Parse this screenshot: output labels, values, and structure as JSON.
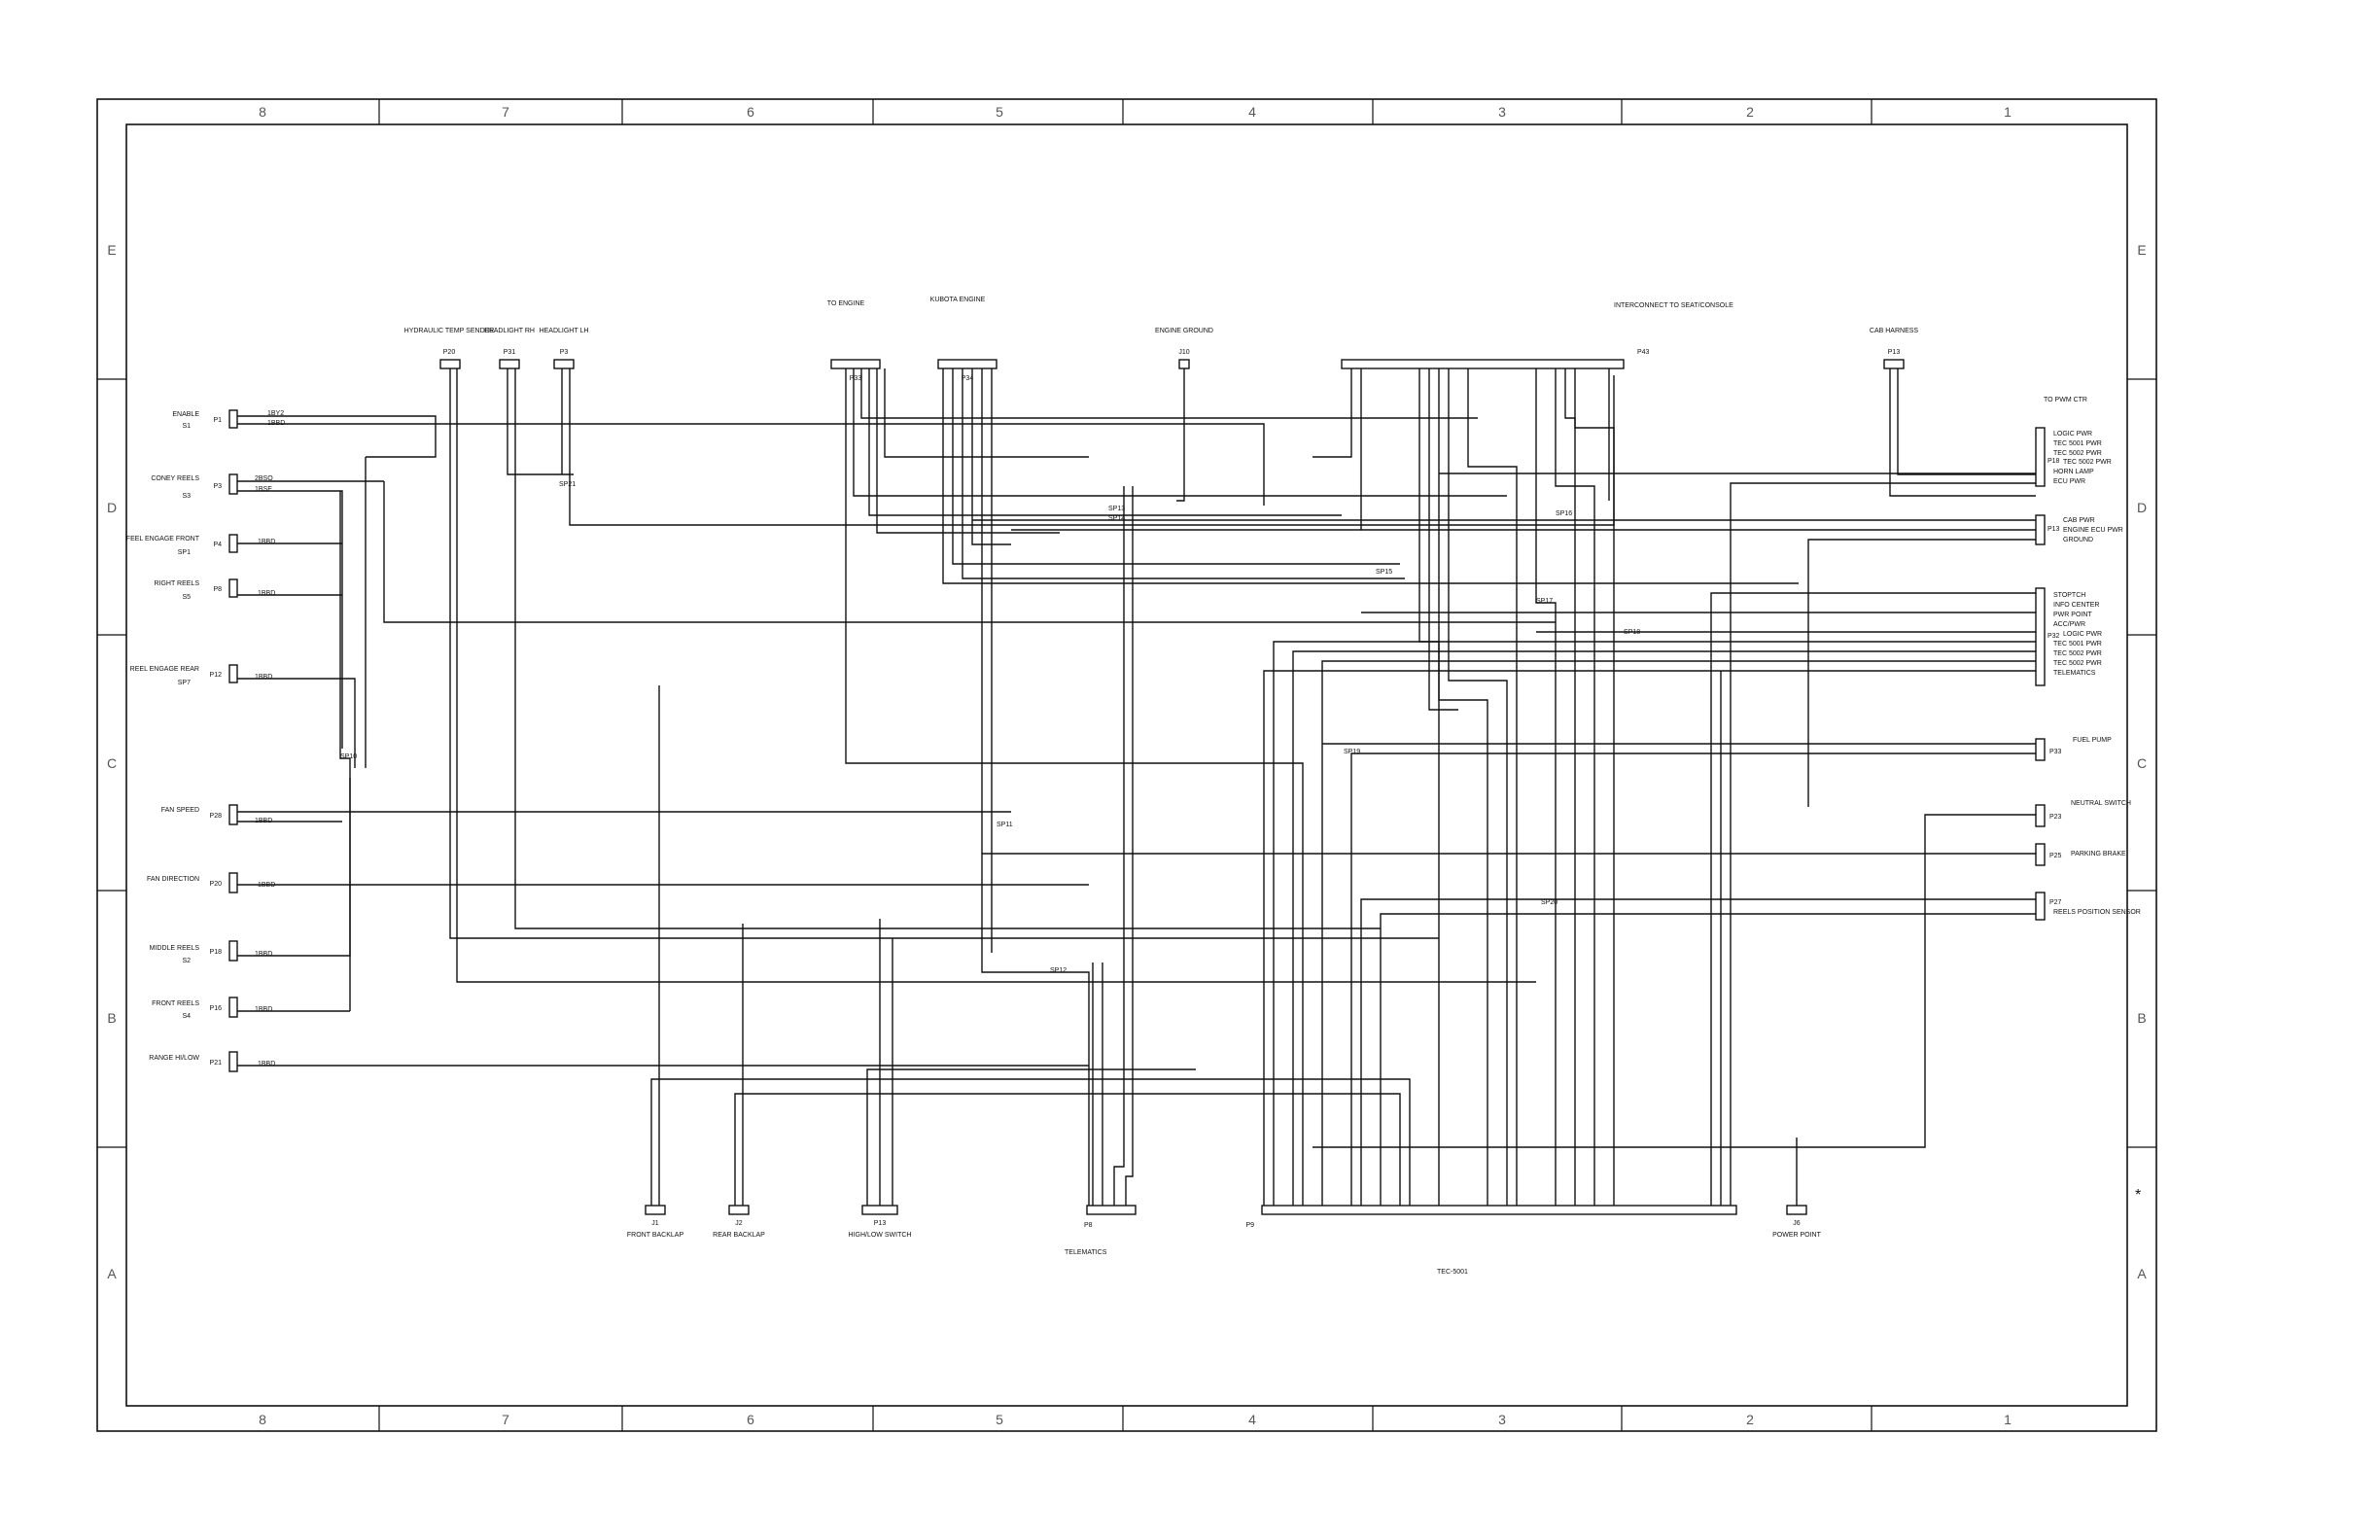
{
  "zones": {
    "columns": [
      "8",
      "7",
      "6",
      "5",
      "4",
      "3",
      "2",
      "1"
    ],
    "rows": [
      "E",
      "D",
      "C",
      "B",
      "A"
    ]
  },
  "left_components": [
    {
      "label": "ENABLE",
      "sub": "S1",
      "ref": "P1",
      "wires": [
        "1BY2",
        "1BBD"
      ]
    },
    {
      "label": "CONEY REELS",
      "sub": "S3",
      "ref": "P3",
      "wires": [
        "2BSO",
        "1BSE"
      ]
    },
    {
      "label": "FEEL ENGAGE FRONT",
      "sub": "SP1",
      "ref": "P4",
      "wires": [
        "1BBD"
      ]
    },
    {
      "label": "RIGHT REELS",
      "sub": "S5",
      "ref": "P8",
      "wires": [
        "1BBD"
      ]
    },
    {
      "label": "REEL ENGAGE REAR",
      "sub": "SP7",
      "ref": "P12",
      "wires": [
        "1BBD"
      ]
    },
    {
      "label": "FAN SPEED",
      "sub": "",
      "ref": "P28",
      "wires": [
        "1BBD"
      ]
    },
    {
      "label": "FAN DIRECTION",
      "sub": "",
      "ref": "P20",
      "wires": [
        "1BBD"
      ]
    },
    {
      "label": "MIDDLE REELS",
      "sub": "S2",
      "ref": "P18",
      "wires": [
        "1BBD"
      ]
    },
    {
      "label": "FRONT REELS",
      "sub": "S4",
      "ref": "P16",
      "wires": [
        "1BBD"
      ]
    },
    {
      "label": "RANGE HI/LOW",
      "sub": "",
      "ref": "P21",
      "wires": [
        "1BBD"
      ]
    }
  ],
  "top_components": [
    {
      "label": "HYDRAULIC TEMP SENDER",
      "ref": "P20"
    },
    {
      "label": "HEADLIGHT RH",
      "ref": "P31"
    },
    {
      "label": "HEADLIGHT LH",
      "ref": "P3"
    },
    {
      "label": "TO ENGINE",
      "ref": "P33"
    },
    {
      "label": "KUBOTA ENGINE",
      "ref": "P34"
    },
    {
      "label": "ENGINE GROUND",
      "ref": "J10"
    },
    {
      "label": "INTERCONNECT TO SEAT/CONSOLE",
      "ref": "P43"
    },
    {
      "label": "CAB HARNESS",
      "ref": "P13"
    }
  ],
  "right_components": [
    {
      "label": "TO PWM CTR",
      "ref": "P18",
      "pins": [
        "LOGIC PWR",
        "TEC 5001 PWR",
        "TEC 5002 PWR",
        "TEC 5002 PWR",
        "HORN LAMP",
        "ECU PWR"
      ]
    },
    {
      "label": "",
      "ref": "P13",
      "pins": [
        "CAB PWR",
        "ENGINE ECU PWR",
        "GROUND"
      ]
    },
    {
      "label": "",
      "ref": "P32",
      "pins": [
        "STOPTCH",
        "INFO CENTER",
        "PWR POINT",
        "ACC/PWR",
        "LOGIC PWR",
        "TEC 5001 PWR",
        "TEC 5002 PWR",
        "TEC 5002 PWR",
        "TELEMATICS"
      ]
    },
    {
      "label": "FUEL PUMP",
      "ref": "P33",
      "pins": []
    },
    {
      "label": "NEUTRAL SWITCH",
      "ref": "P23",
      "pins": []
    },
    {
      "label": "PARKING BRAKE",
      "ref": "P25",
      "pins": []
    },
    {
      "label": "REELS POSITION SENSOR",
      "ref": "P27",
      "pins": []
    }
  ],
  "bottom_components": [
    {
      "label": "FRONT BACKLAP",
      "ref": "J1"
    },
    {
      "label": "REAR BACKLAP",
      "ref": "J2"
    },
    {
      "label": "HIGH/LOW SWITCH",
      "ref": "P13"
    },
    {
      "label": "TELEMATICS",
      "ref": "P8"
    },
    {
      "label": "TEC-5001",
      "ref": "P9"
    },
    {
      "label": "POWER POINT",
      "ref": "J6"
    }
  ],
  "splices": [
    "SP10",
    "SP11",
    "SP12",
    "SP13",
    "SP14",
    "SP15",
    "SP16",
    "SP17",
    "SP18",
    "SP19",
    "SP20",
    "SP21"
  ],
  "colors": {
    "line": "#111111",
    "zone_text": "#555555",
    "background": "#ffffff"
  }
}
